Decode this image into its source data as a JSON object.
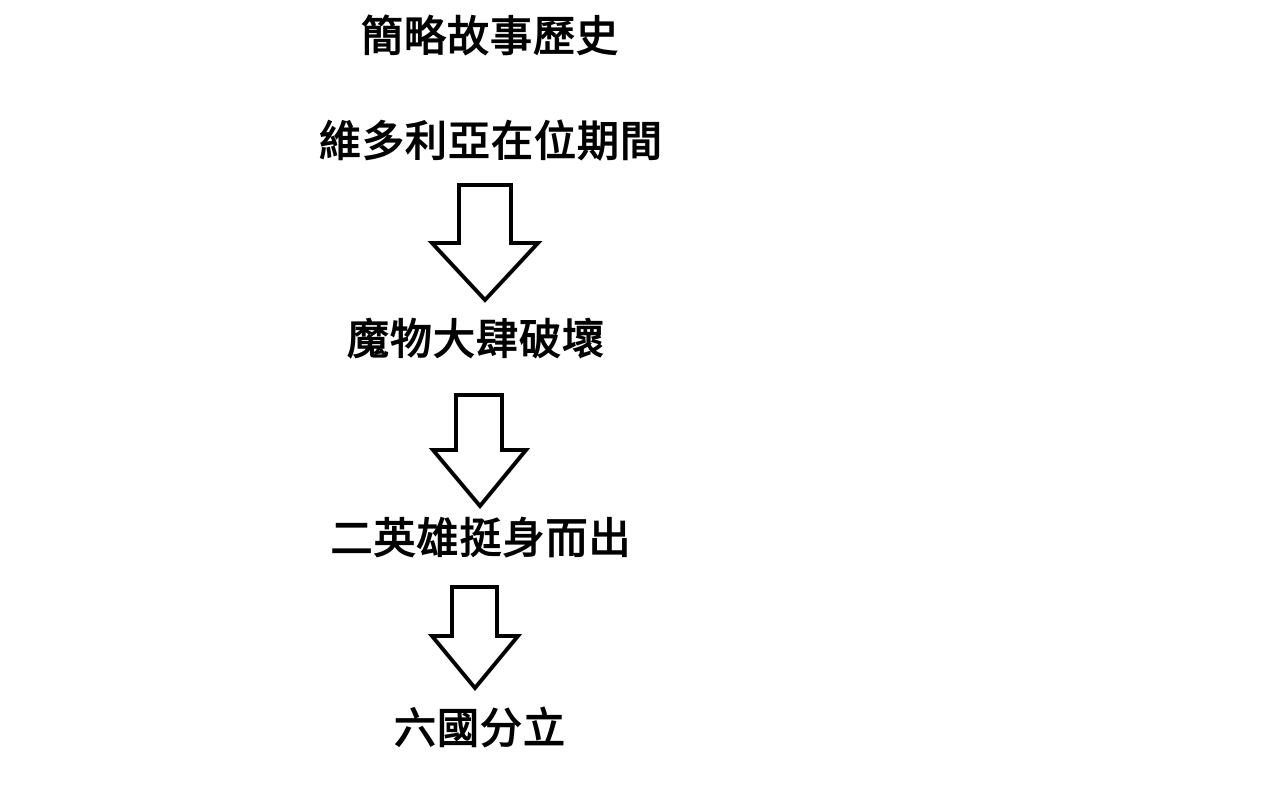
{
  "diagram": {
    "title": "簡略故事歷史",
    "steps": [
      "維多利亞在位期間",
      "魔物大肆破壞",
      "二英雄挺身而出",
      "六國分立"
    ],
    "arrow_icon": "down-arrow-icon",
    "colors": {
      "background": "#ffffff",
      "ink": "#000000"
    }
  }
}
